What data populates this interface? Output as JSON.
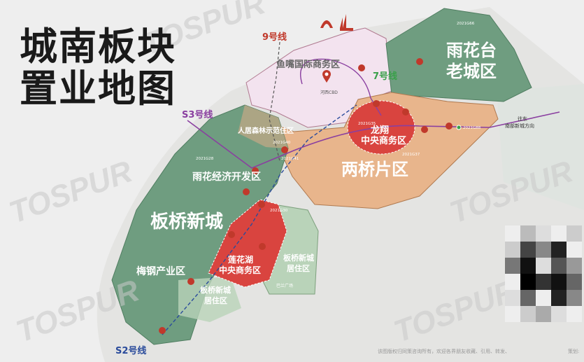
{
  "title": {
    "line1": "城南板块",
    "line2": "置业地图"
  },
  "watermark": "TOSPUR",
  "districts": {
    "yuzui": "鱼嘴国际商务区",
    "yuhuatai": "雨花台老城区",
    "yuhuatai_l1": "雨花台",
    "yuhuatai_l2": "老城区",
    "liangqiao": "两桥片区",
    "longxiang_l1": "龙翔",
    "longxiang_l2": "中央商务区",
    "renju": "人居森林示范住区",
    "yuhua_econ": "雨花经济开发区",
    "banqiao": "板桥新城",
    "lianhuahu_l1": "莲花湖",
    "lianhuahu_l2": "中央商务区",
    "meigang": "梅钢产业区",
    "bq_res1_l1": "板桥新城",
    "bq_res1_l2": "居住区",
    "bq_res2_l1": "板桥新城",
    "bq_res2_l2": "居住区",
    "nanbu": "往东\n南部新城方向",
    "nanbu_l1": "往东",
    "nanbu_l2": "南部新城方向"
  },
  "metro_lines": {
    "line9": "9号线",
    "line7": "7号线",
    "s3": "S3号线",
    "s2": "S2号线"
  },
  "poi": {
    "hexi_cbd": "河西CBD",
    "bagua": "巴兰广场"
  },
  "plots": [
    "2021G28",
    "2021G30",
    "2021G35",
    "2021G40",
    "2021G41",
    "2021G37",
    "2021G66",
    "2021G88"
  ],
  "colors": {
    "pink_zone": "#f3e3ef",
    "green_zone": "#6f9d80",
    "orange_zone": "#e8b58c",
    "red_zone": "#d9443f",
    "metro_purple": "#8a3fa0",
    "line9_red": "#c0392b",
    "line7_green": "#3aa04a",
    "s2_blue": "#2a4b9b"
  },
  "footer": {
    "copyright": "该图版权归同策咨询所有，欢迎各界朋友收藏、引用、转发、",
    "credit": "策划:"
  }
}
